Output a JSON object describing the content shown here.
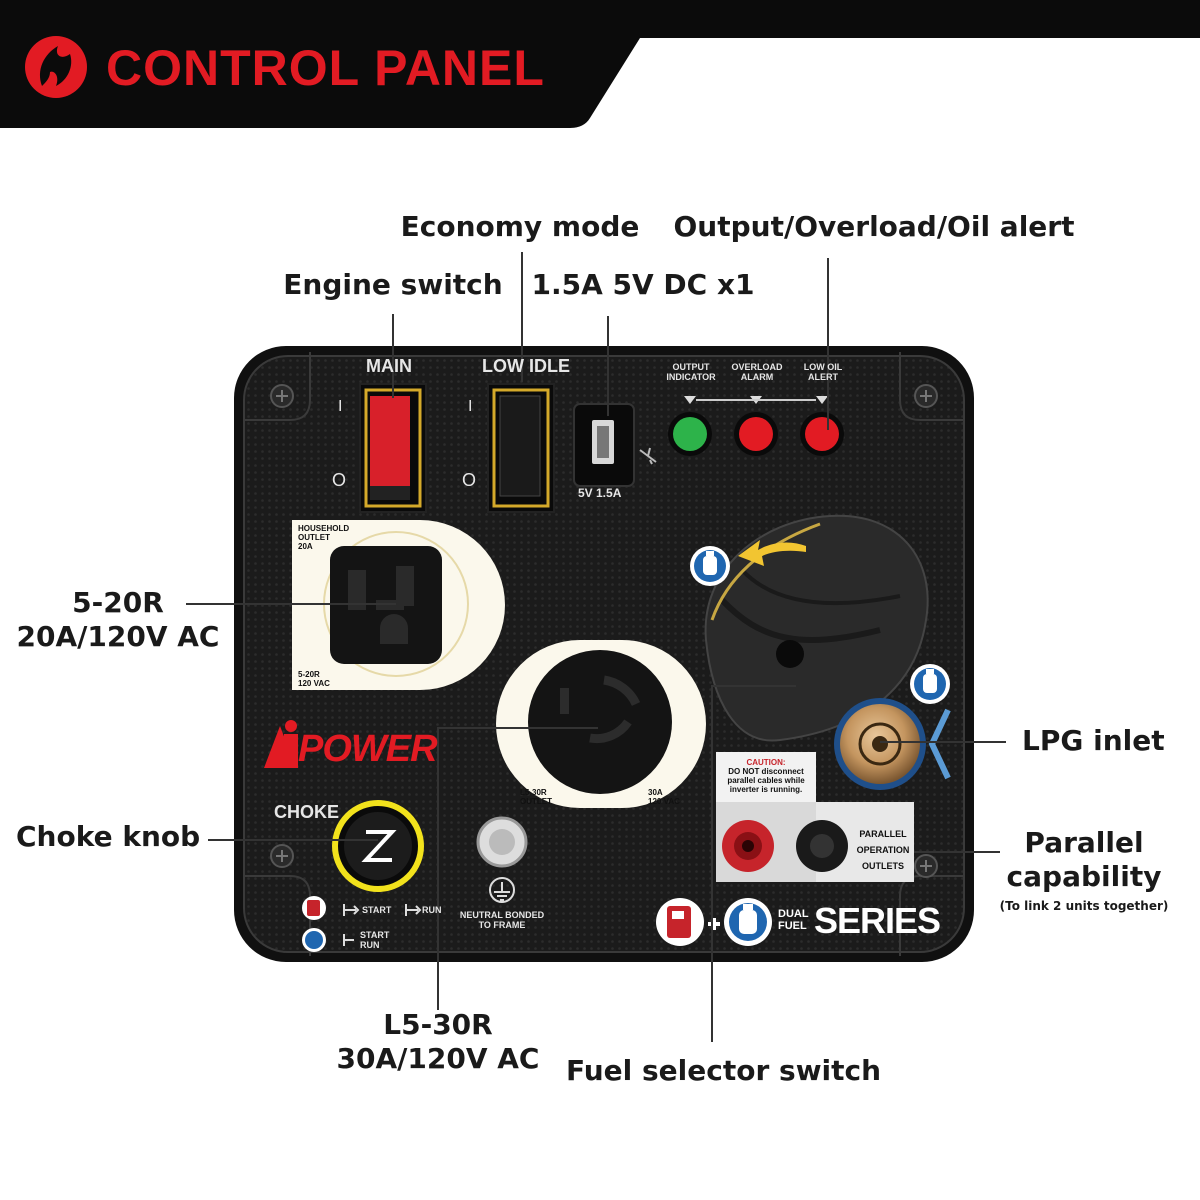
{
  "header": {
    "title": "CONTROL PANEL",
    "colors": {
      "bar": "#0b0b0b",
      "accent": "#e21b23"
    },
    "logo_icon": "flame-logo-icon"
  },
  "callouts": {
    "economy_mode": "Economy mode",
    "alerts": "Output/Overload/Oil alert",
    "engine_switch": "Engine switch",
    "usb": "1.5A 5V DC x1",
    "outlet_520_l1": "5-20R",
    "outlet_520_l2": "20A/120V AC",
    "lpg_inlet": "LPG inlet",
    "choke_knob": "Choke knob",
    "parallel_l1": "Parallel",
    "parallel_l2": "capability",
    "parallel_note": "(To link 2 units together)",
    "outlet_l530_l1": "L5-30R",
    "outlet_l530_l2": "30A/120V AC",
    "fuel_selector": "Fuel selector switch"
  },
  "panel": {
    "main_label": "MAIN",
    "low_idle_label": "LOW IDLE",
    "switch_on_symbol": "I",
    "switch_off_symbol": "O",
    "usb_rating": "5V 1.5A",
    "indicators": [
      {
        "label_l1": "OUTPUT",
        "label_l2": "INDICATOR",
        "color": "#2db34a"
      },
      {
        "label_l1": "OVERLOAD",
        "label_l2": "ALARM",
        "color": "#e21b23"
      },
      {
        "label_l1": "LOW OIL",
        "label_l2": "ALERT",
        "color": "#e21b23"
      }
    ],
    "household_outlet_l1": "HOUSEHOLD",
    "household_outlet_l2": "OUTLET",
    "household_outlet_l3": "20A",
    "household_rating_l1": "5-20R",
    "household_rating_l2": "120 VAC",
    "twistlock_l1": "L5-30R",
    "twistlock_l2": "OUTLET",
    "twistlock_r1": "30A",
    "twistlock_r2": "120 VAC",
    "brand": "POWER",
    "choke_label": "CHOKE",
    "choke_start": "START",
    "choke_run": "RUN",
    "choke_start_run_l1": "START",
    "choke_start_run_l2": "RUN",
    "ground_l1": "NEUTRAL BONDED",
    "ground_l2": "TO FRAME",
    "caution_title": "CAUTION:",
    "caution_l1": "DO NOT disconnect",
    "caution_l2": "parallel cables while",
    "caution_l3": "inverter is running.",
    "parallel_l1": "PARALLEL",
    "parallel_l2": "OPERATION",
    "parallel_l3": "OUTLETS",
    "series_small_l1": "DUAL",
    "series_small_l2": "FUEL",
    "series": "SERIES"
  }
}
